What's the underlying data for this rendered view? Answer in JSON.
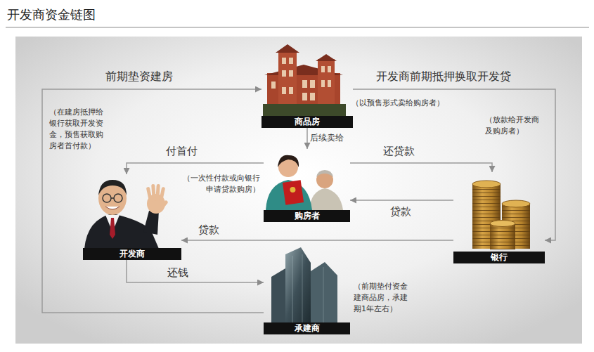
{
  "diagram": {
    "title": "开发商资金链图",
    "nodes": [
      {
        "text": [
          "商品房"
        ]
      },
      {
        "text": [
          "购房者"
        ]
      },
      {
        "text": [
          "开发商"
        ]
      },
      {
        "text": [
          "银行"
        ]
      },
      {
        "text": [
          "承建商"
        ]
      }
    ],
    "edges": [
      {
        "from": 4,
        "to": 0,
        "label": "前期垫资建房",
        "arrow": "to"
      },
      {
        "from": 0,
        "to": 3,
        "label": "开发商前期抵押换取开发贷",
        "arrow": "to"
      },
      {
        "from": 0,
        "to": 1,
        "label": "后续卖给",
        "arrow": "to"
      },
      {
        "from": 1,
        "to": 2,
        "label": "付首付",
        "arrow": "to"
      },
      {
        "from": 1,
        "to": 3,
        "label": "还贷款",
        "arrow": "to"
      },
      {
        "from": 3,
        "to": 1,
        "label": "贷款",
        "arrow": "to"
      },
      {
        "from": 3,
        "to": 2,
        "label": "贷款",
        "arrow": "to"
      },
      {
        "from": 2,
        "to": 4,
        "label": "还钱",
        "arrow": "to"
      }
    ],
    "labels": [
      "（在建房抵押给银行获取开发资金，预售获取购房者首付款）",
      "（以预售形式卖给购房者）",
      "（放款给开发商及购房者）",
      "（一次性付款或向银行申请贷款购房）",
      "（前期垫付资金建商品房，承建期1年左右）"
    ]
  }
}
